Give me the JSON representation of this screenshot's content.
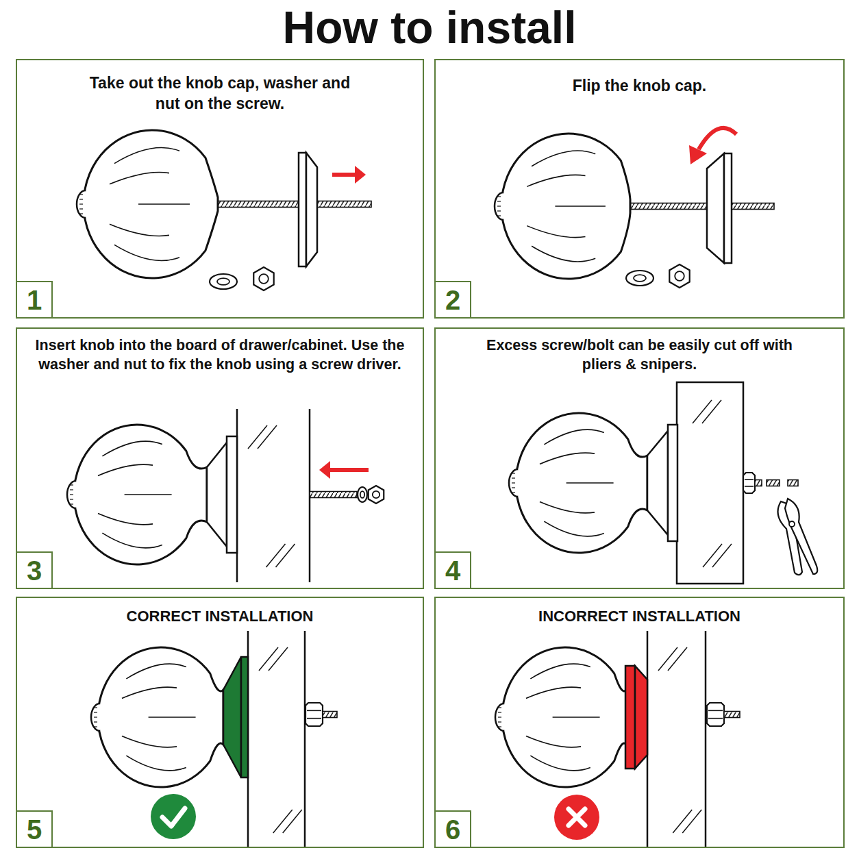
{
  "diagram": {
    "title": "How to install",
    "nodes": [
      {
        "text": [
          "Take out the knob cap, washer and nut on the screw."
        ]
      },
      {
        "text": [
          "1"
        ],
        "in": 0
      },
      {
        "text": [
          "Flip the knob cap."
        ]
      },
      {
        "text": [
          "2"
        ],
        "in": 2
      },
      {
        "text": [
          "Insert knob into the board of drawer/cabinet. Use the washer and nut to fix the knob using a screw driver."
        ]
      },
      {
        "text": [
          "3"
        ],
        "in": 4
      },
      {
        "text": [
          "Excess screw/bolt can be easily cut off with pliers & snipers."
        ]
      },
      {
        "text": [
          "4"
        ],
        "in": 6
      },
      {
        "text": [
          "CORRECT INSTALLATION"
        ]
      },
      {
        "text": [
          "5"
        ],
        "in": 8
      },
      {
        "text": [
          "INCORRECT INSTALLATION"
        ]
      },
      {
        "text": [
          "6"
        ],
        "in": 10
      }
    ]
  }
}
